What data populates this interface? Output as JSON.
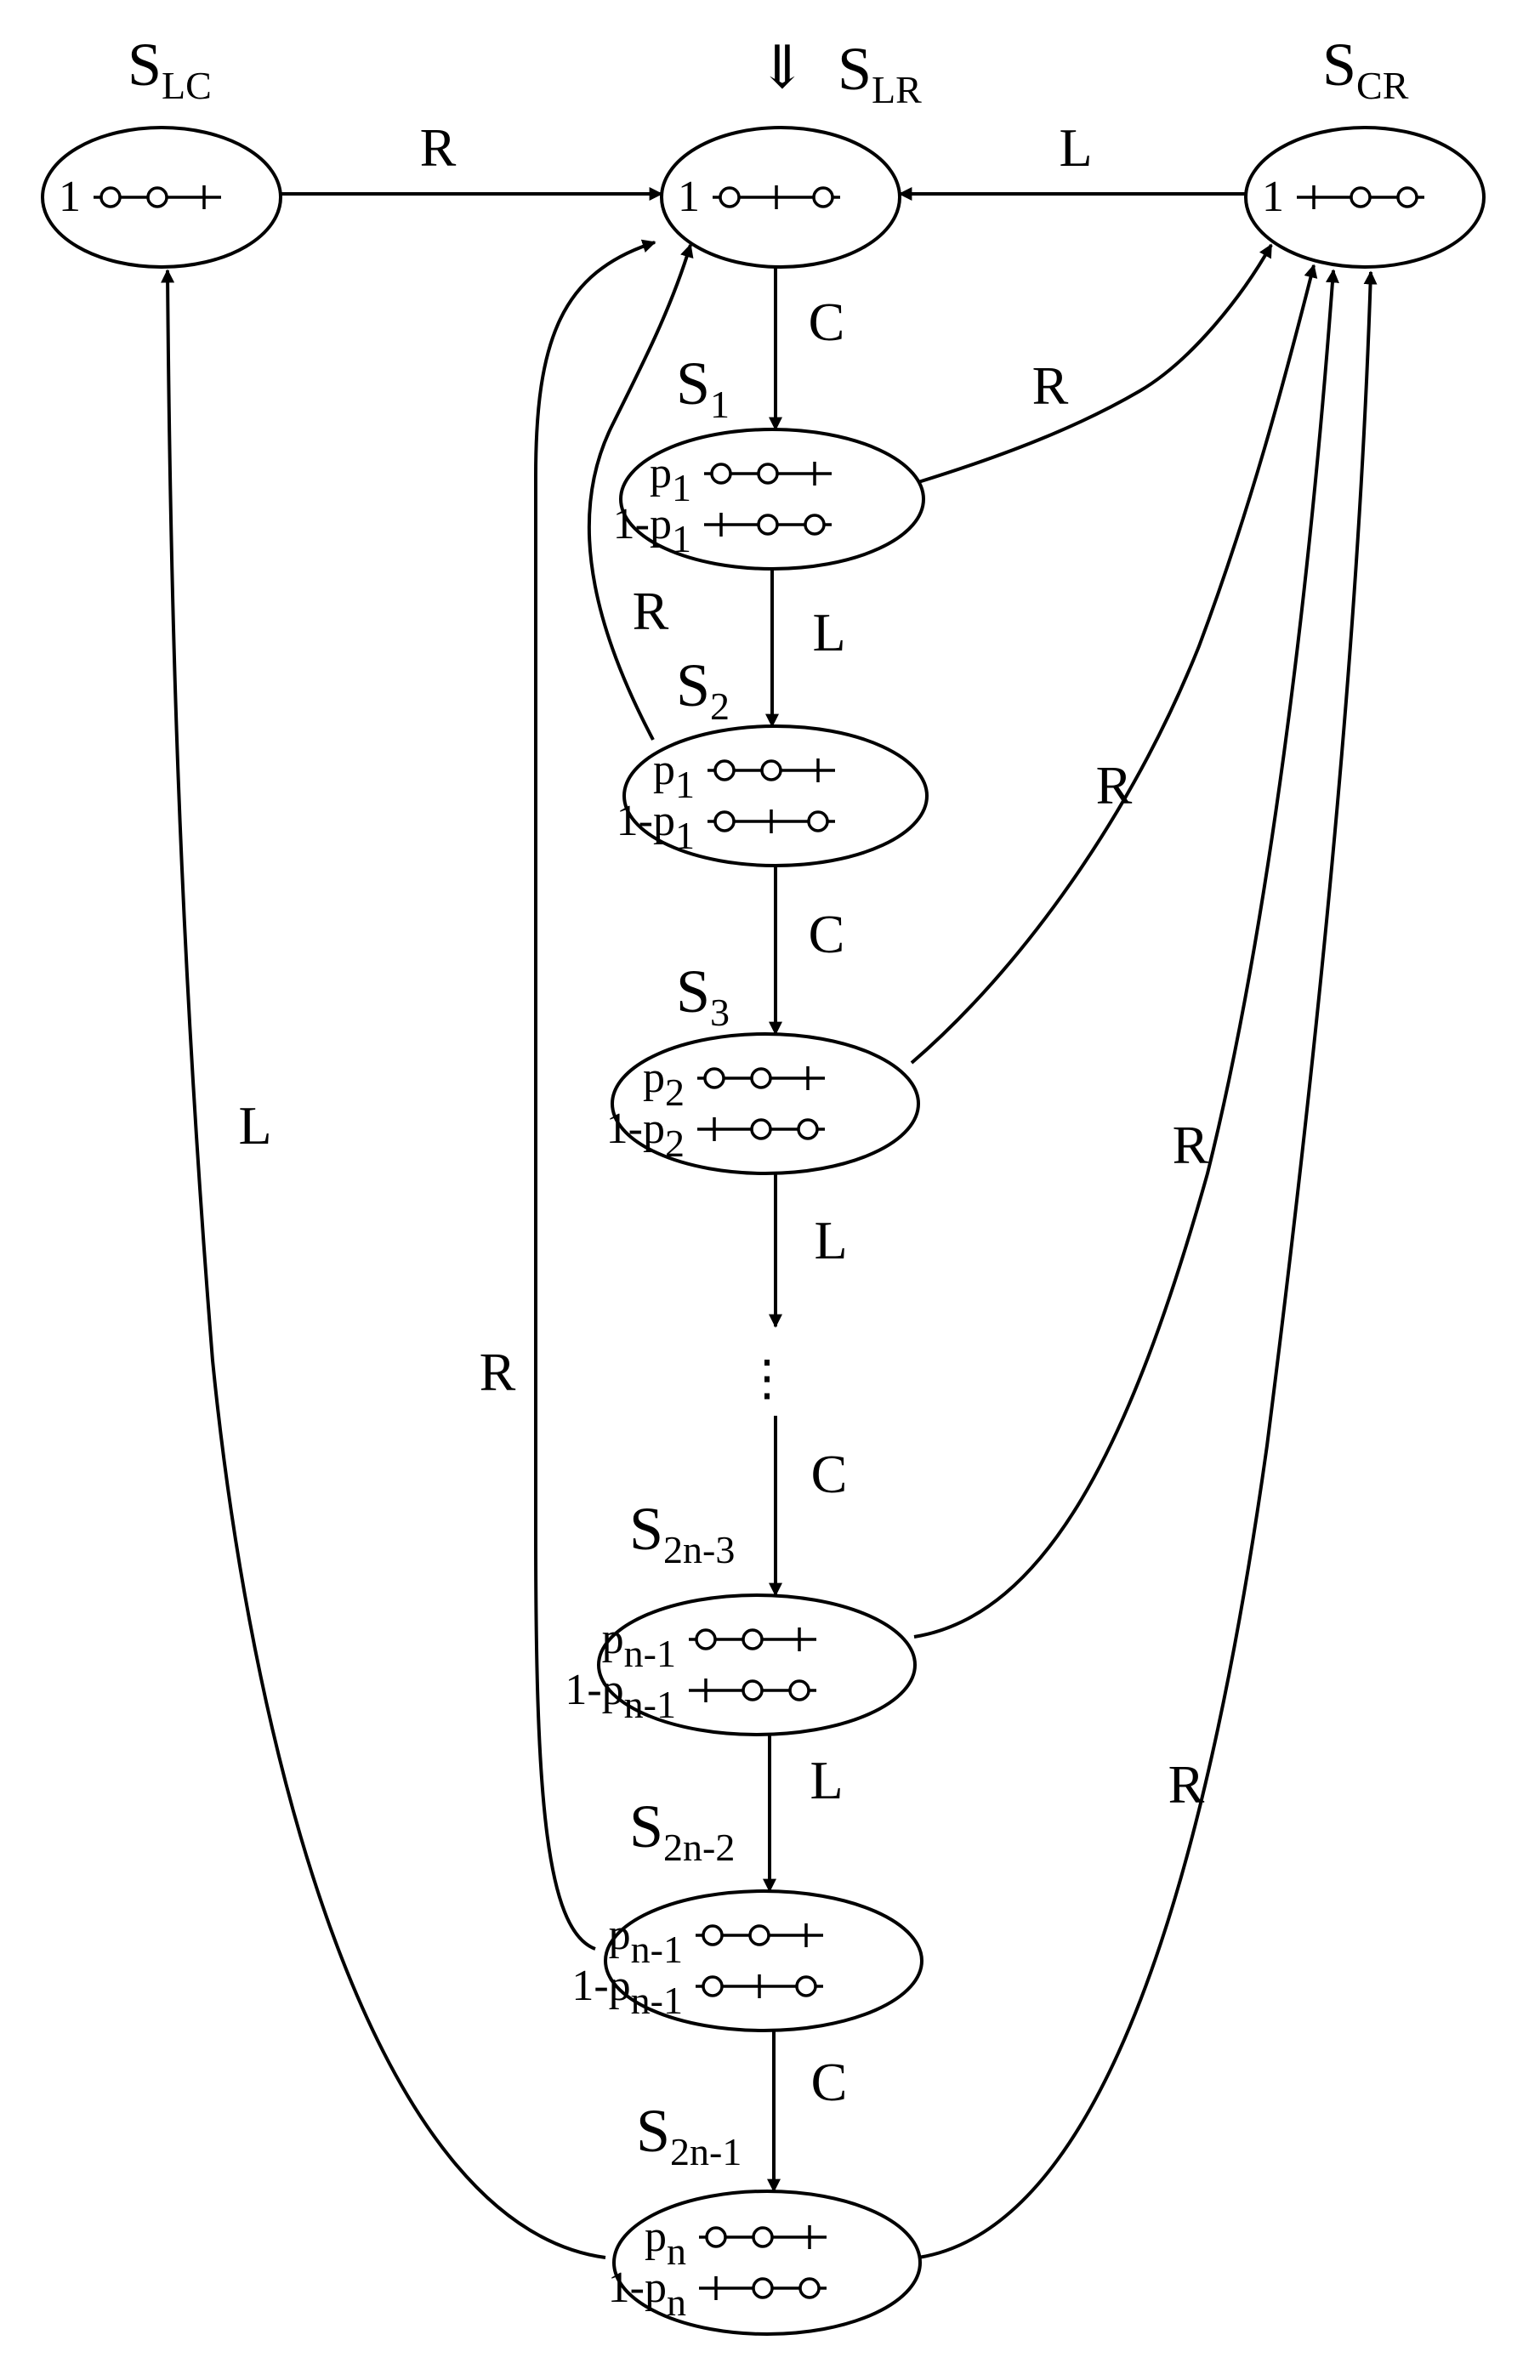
{
  "colors": {
    "ink": "#000000",
    "background": "#ffffff"
  },
  "initial_marker": "⇓",
  "ellipsis": "⋮",
  "nodes": [
    {
      "id": "LC",
      "name": {
        "base": "S",
        "sub": "LC"
      },
      "rows": [
        {
          "prob": [
            {
              "t": "1"
            }
          ],
          "pattern": "ooi"
        }
      ]
    },
    {
      "id": "LR",
      "name": {
        "base": "S",
        "sub": "LR"
      },
      "initial": true,
      "rows": [
        {
          "prob": [
            {
              "t": "1"
            }
          ],
          "pattern": "oio"
        }
      ]
    },
    {
      "id": "CR",
      "name": {
        "base": "S",
        "sub": "CR"
      },
      "rows": [
        {
          "prob": [
            {
              "t": "1"
            }
          ],
          "pattern": "ioo"
        }
      ]
    },
    {
      "id": "S1",
      "name": {
        "base": "S",
        "sub": "1"
      },
      "rows": [
        {
          "prob": [
            {
              "t": "p"
            },
            {
              "t": "1",
              "sub": true
            }
          ],
          "pattern": "ooi"
        },
        {
          "prob": [
            {
              "t": "1-p"
            },
            {
              "t": "1",
              "sub": true
            }
          ],
          "pattern": "ioo"
        }
      ]
    },
    {
      "id": "S2",
      "name": {
        "base": "S",
        "sub": "2"
      },
      "rows": [
        {
          "prob": [
            {
              "t": "p"
            },
            {
              "t": "1",
              "sub": true
            }
          ],
          "pattern": "ooi"
        },
        {
          "prob": [
            {
              "t": "1-p"
            },
            {
              "t": "1",
              "sub": true
            }
          ],
          "pattern": "oio"
        }
      ]
    },
    {
      "id": "S3",
      "name": {
        "base": "S",
        "sub": "3"
      },
      "rows": [
        {
          "prob": [
            {
              "t": "p"
            },
            {
              "t": "2",
              "sub": true
            }
          ],
          "pattern": "ooi"
        },
        {
          "prob": [
            {
              "t": "1-p"
            },
            {
              "t": "2",
              "sub": true
            }
          ],
          "pattern": "ioo"
        }
      ]
    },
    {
      "id": "S2n3",
      "name": {
        "base": "S",
        "sub": "2n-3"
      },
      "rows": [
        {
          "prob": [
            {
              "t": "p"
            },
            {
              "t": "n-1",
              "sub": true
            }
          ],
          "pattern": "ooi"
        },
        {
          "prob": [
            {
              "t": "1-p"
            },
            {
              "t": "n-1",
              "sub": true
            }
          ],
          "pattern": "ioo"
        }
      ]
    },
    {
      "id": "S2n2",
      "name": {
        "base": "S",
        "sub": "2n-2"
      },
      "rows": [
        {
          "prob": [
            {
              "t": "p"
            },
            {
              "t": "n-1",
              "sub": true
            }
          ],
          "pattern": "ooi"
        },
        {
          "prob": [
            {
              "t": "1-p"
            },
            {
              "t": "n-1",
              "sub": true
            }
          ],
          "pattern": "oio"
        }
      ]
    },
    {
      "id": "S2n1",
      "name": {
        "base": "S",
        "sub": "2n-1"
      },
      "rows": [
        {
          "prob": [
            {
              "t": "p"
            },
            {
              "t": "n",
              "sub": true
            }
          ],
          "pattern": "ooi"
        },
        {
          "prob": [
            {
              "t": "1-p"
            },
            {
              "t": "n",
              "sub": true
            }
          ],
          "pattern": "ioo"
        }
      ]
    }
  ],
  "edges": [
    {
      "id": "LC-LR",
      "from": "LC",
      "to": "LR",
      "label": "R"
    },
    {
      "id": "CR-LR",
      "from": "CR",
      "to": "LR",
      "label": "L"
    },
    {
      "id": "LR-S1",
      "from": "LR",
      "to": "S1",
      "label": "C"
    },
    {
      "id": "S1-S2",
      "from": "S1",
      "to": "S2",
      "label": "L"
    },
    {
      "id": "S2-S3",
      "from": "S2",
      "to": "S3",
      "label": "C"
    },
    {
      "id": "S3-dots",
      "from": "S3",
      "to": "…",
      "label": "L"
    },
    {
      "id": "dots-S2n3",
      "from": "…",
      "to": "S2n3",
      "label": "C"
    },
    {
      "id": "S2n3-S2n2",
      "from": "S2n3",
      "to": "S2n2",
      "label": "L"
    },
    {
      "id": "S2n2-S2n1",
      "from": "S2n2",
      "to": "S2n1",
      "label": "C"
    },
    {
      "id": "S1-CR",
      "from": "S1",
      "to": "CR",
      "label": "R"
    },
    {
      "id": "S2-LR",
      "from": "S2",
      "to": "LR",
      "label": "R"
    },
    {
      "id": "S3-CR",
      "from": "S3",
      "to": "CR",
      "label": "R"
    },
    {
      "id": "S2n3-CR",
      "from": "S2n3",
      "to": "CR",
      "label": "R"
    },
    {
      "id": "S2n2-LR",
      "from": "S2n2",
      "to": "LR",
      "label": "R"
    },
    {
      "id": "S2n1-CR",
      "from": "S2n1",
      "to": "CR",
      "label": "R"
    },
    {
      "id": "S2n1-LC",
      "from": "S2n1",
      "to": "LC",
      "label": "L"
    }
  ]
}
